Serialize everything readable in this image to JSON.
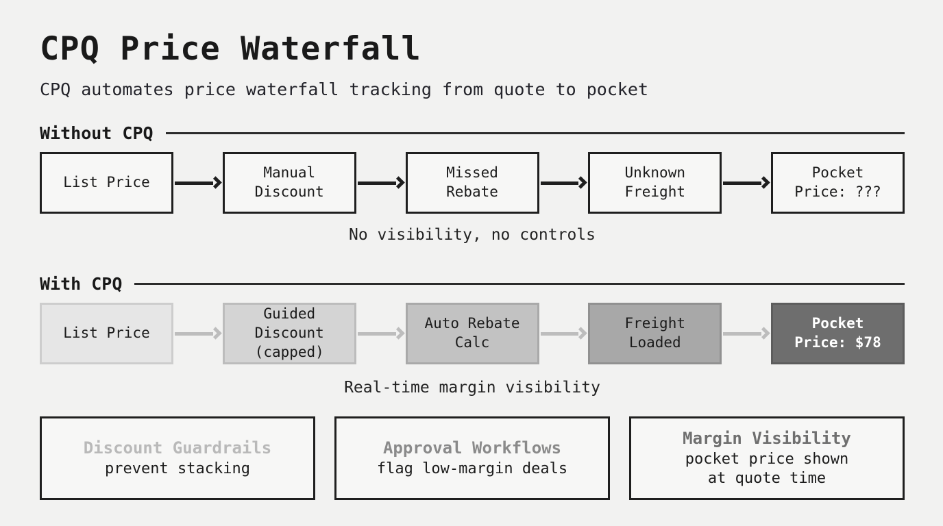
{
  "header": {
    "title": "CPQ Price Waterfall",
    "subtitle": "CPQ automates price waterfall tracking from quote to pocket"
  },
  "sections": [
    {
      "id": "without",
      "label": "Without CPQ",
      "caption": "No visibility, no controls",
      "nodes": [
        {
          "label": "List Price",
          "fill": "#f7f7f6",
          "border": "#1f1f1f",
          "text": "#1b1b1b",
          "bold": false
        },
        {
          "label": "Manual\nDiscount",
          "fill": "#f7f7f6",
          "border": "#1f1f1f",
          "text": "#1b1b1b",
          "bold": false
        },
        {
          "label": "Missed\nRebate",
          "fill": "#f7f7f6",
          "border": "#1f1f1f",
          "text": "#1b1b1b",
          "bold": false
        },
        {
          "label": "Unknown\nFreight",
          "fill": "#f7f7f6",
          "border": "#1f1f1f",
          "text": "#1b1b1b",
          "bold": false
        },
        {
          "label": "Pocket\nPrice: ???",
          "fill": "#f7f7f6",
          "border": "#1f1f1f",
          "text": "#1b1b1b",
          "bold": false
        }
      ],
      "arrow_color": "#1f1f1f"
    },
    {
      "id": "with",
      "label": "With CPQ",
      "caption": "Real-time margin visibility",
      "nodes": [
        {
          "label": "List Price",
          "fill": "#e6e6e6",
          "border": "#cdcdcd",
          "text": "#1b1b1b",
          "bold": false
        },
        {
          "label": "Guided\nDiscount\n(capped)",
          "fill": "#d4d4d4",
          "border": "#bcbcbc",
          "text": "#1b1b1b",
          "bold": false
        },
        {
          "label": "Auto Rebate\nCalc",
          "fill": "#c2c2c2",
          "border": "#a9a9a9",
          "text": "#1b1b1b",
          "bold": false
        },
        {
          "label": "Freight\nLoaded",
          "fill": "#a8a8a8",
          "border": "#919191",
          "text": "#1b1b1b",
          "bold": false
        },
        {
          "label": "Pocket\nPrice: $78",
          "fill": "#6e6e6e",
          "border": "#5d5d5d",
          "text": "#ffffff",
          "bold": true
        }
      ],
      "arrow_color": "#bdbdbd"
    }
  ],
  "cards": [
    {
      "title": "Discount Guardrails",
      "title_color": "#b9b9b9",
      "body": "prevent stacking"
    },
    {
      "title": "Approval Workflows",
      "title_color": "#8a8a8a",
      "body": "flag low-margin deals"
    },
    {
      "title": "Margin Visibility",
      "title_color": "#6f6f6f",
      "body": "pocket price shown\nat quote time"
    }
  ]
}
